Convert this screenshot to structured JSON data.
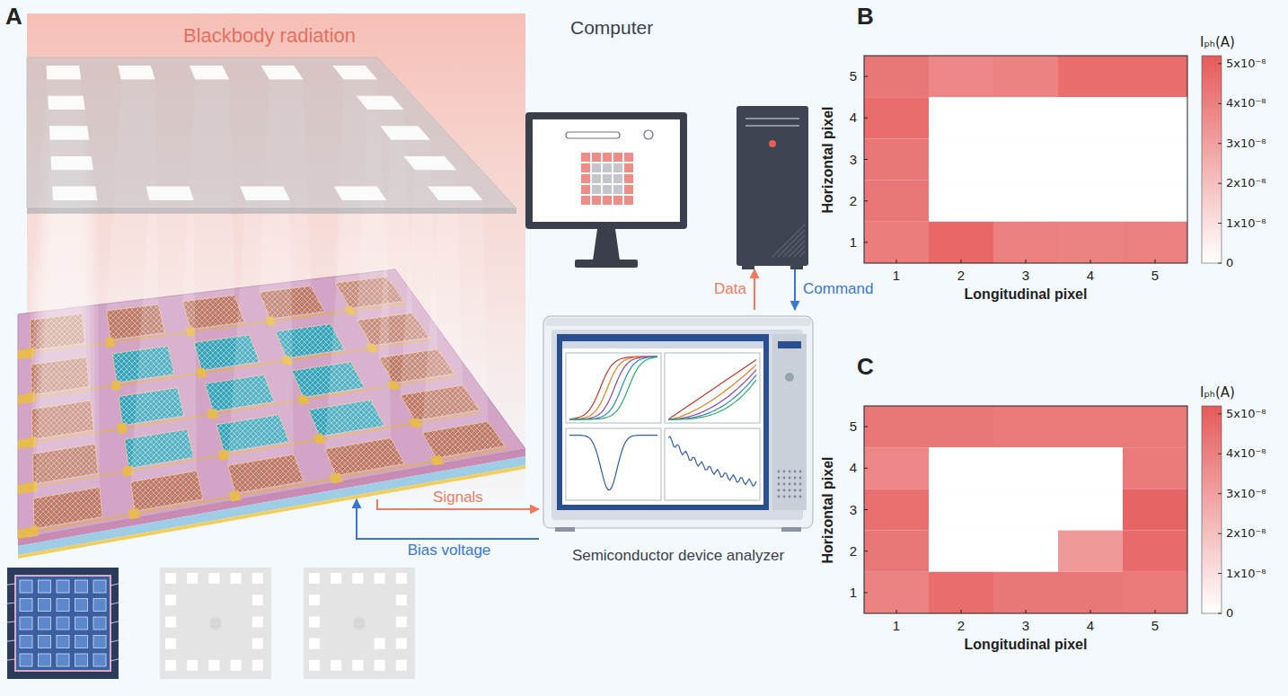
{
  "diagram": {
    "nodes": [
      {
        "text": [
          "Blackbody radiation"
        ]
      },
      {
        "text": [
          "Computer"
        ]
      },
      {
        "text": [
          "Semiconductor device analyzer"
        ]
      }
    ],
    "edges": [
      {
        "from": 2,
        "to": 1,
        "label": "Data",
        "arrow": "to"
      },
      {
        "from": 1,
        "to": 2,
        "label": "Command",
        "arrow": "to"
      },
      {
        "from": 0,
        "to": 2,
        "label": "Signals",
        "arrow": "to"
      },
      {
        "from": 2,
        "to": 0,
        "label": "Bias voltage",
        "arrow": "to"
      }
    ],
    "labels": [
      "A",
      "B",
      "5",
      "4",
      "3",
      "2",
      "1",
      "1",
      "2",
      "3",
      "4",
      "5",
      "Horizontal pixel",
      "Longitudinal pixel",
      "Iₚₕ(A)",
      "5x10⁻⁸",
      "4x10⁻⁸",
      "3x10⁻⁸",
      "2x10⁻⁸",
      "1x10⁻⁸",
      "0",
      "C",
      "5",
      "4",
      "3",
      "2",
      "1",
      "1",
      "2",
      "3",
      "4",
      "5",
      "Horizontal pixel",
      "Longitudinal pixel",
      "Iₚₕ(A)",
      "5x10⁻⁸",
      "4x10⁻⁸",
      "3x10⁻⁸",
      "2x10⁻⁸",
      "1x10⁻⁸",
      "0"
    ]
  }
}
